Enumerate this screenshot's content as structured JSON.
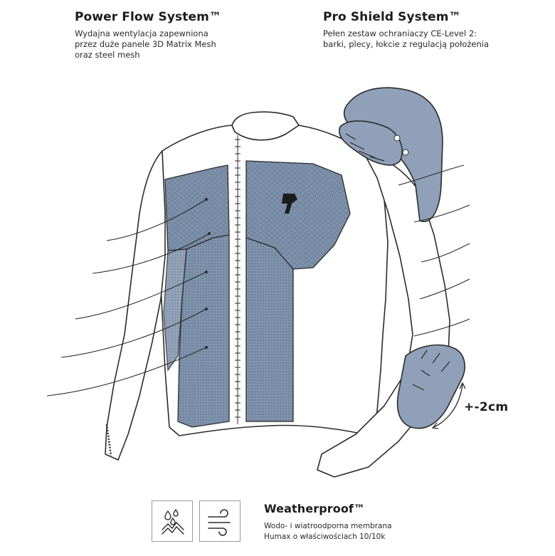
{
  "power_flow": {
    "title": "Power Flow System™",
    "lines": [
      "Wydajna wentylacja zapewniona",
      "przez duże panele 3D Matrix Mesh",
      "oraz steel mesh"
    ]
  },
  "pro_shield": {
    "title": "Pro Shield System™",
    "lines": [
      "Pełen zestaw ochraniaczy CE-Level 2:",
      "barki, plecy, łokcie z regulacją położenia"
    ]
  },
  "weatherproof": {
    "title": "Weatherproof™",
    "lines": [
      "Wodo- i wiatroodporna membrana",
      "Humax o właściwościach 10/10k"
    ]
  },
  "adjustment_label": "+-2cm",
  "icons": [
    "waterproof-icon",
    "windproof-icon"
  ],
  "colors": {
    "mesh": "#7f93ad",
    "protector": "#8fa0b8",
    "line": "#2b2b2b",
    "shell": "#ffffff"
  }
}
